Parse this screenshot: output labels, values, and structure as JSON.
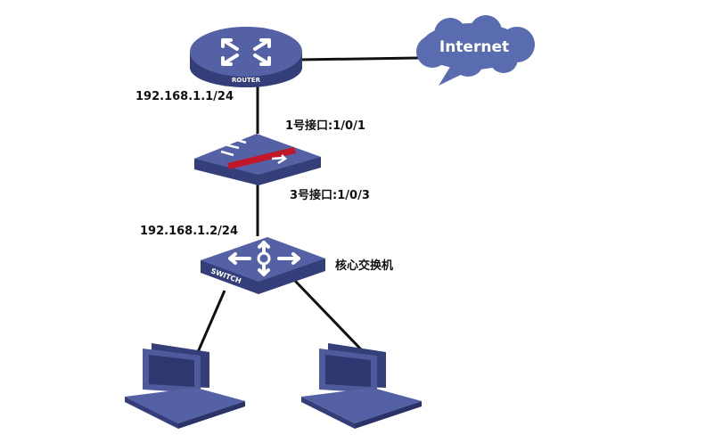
{
  "nodes": {
    "router": {
      "label": "ROUTER"
    },
    "internet": {
      "label": "Internet"
    },
    "switch": {
      "label": "SWITCH"
    }
  },
  "labels": {
    "router_ip": "192.168.1.1/24",
    "fw_port1": "1号接口:1/0/1",
    "fw_port3": "3号接口:1/0/3",
    "switch_ip": "192.168.1.2/24",
    "core_switch": "核心交换机"
  },
  "colors": {
    "device": "#4e5a9c",
    "device_dark": "#343f7a",
    "cloud": "#5a6cb0",
    "firewall_bar": "#c0182a"
  }
}
